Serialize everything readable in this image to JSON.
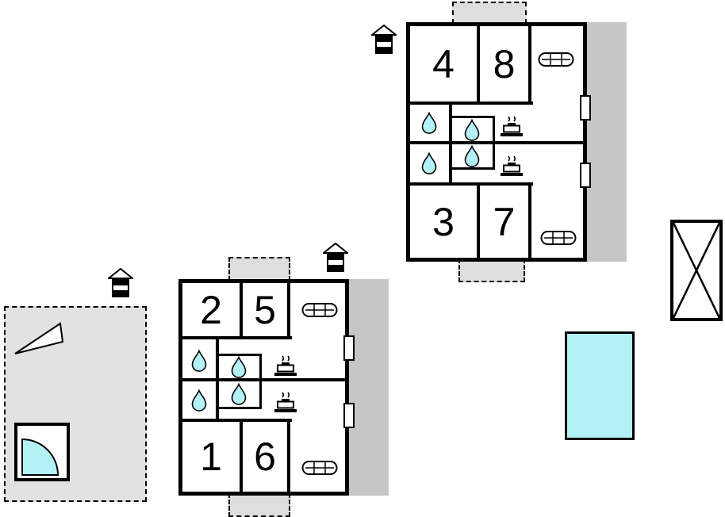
{
  "colors": {
    "wall": "#000000",
    "water": "#b4f1f6",
    "terrace_strip": "#c6c6c6",
    "dashed_fill": "#dedede",
    "patio_fill": "#e2e2e2",
    "background": "#ffffff"
  },
  "rooms": {
    "r1": "1",
    "r2": "2",
    "r3": "3",
    "r4": "4",
    "r5": "5",
    "r6": "6",
    "r7": "7",
    "r8": "8"
  },
  "icons": {
    "sofa": "sofa-top-view",
    "water_drop": "shower-water-drop",
    "stove": "stove-pot-with-steam",
    "fireplace": "fireplace-chimney",
    "pool": "swimming-pool",
    "fan_bath": "corner-bath-quarter-circle",
    "crossed_box": "crossed-out-area",
    "window": "window-opening",
    "triangle": "triangle-marker"
  }
}
